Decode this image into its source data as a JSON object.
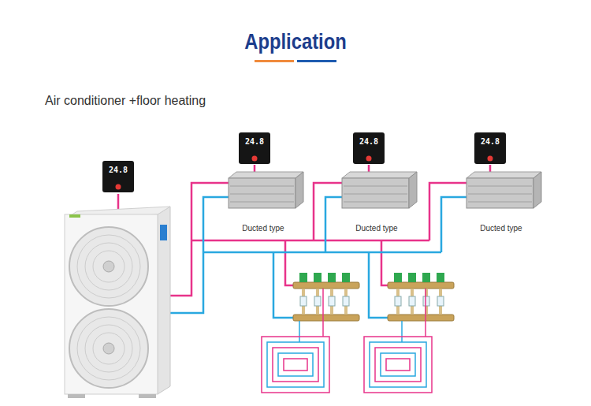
{
  "diagram": {
    "title": "Application",
    "nodes": [
      {
        "text": [
          "Ducted type"
        ]
      },
      {
        "text": [
          "Ducted type"
        ]
      },
      {
        "text": [
          "Ducted type"
        ]
      }
    ],
    "labels": [
      "Air conditioner +floor heating",
      "24.8",
      "24.8",
      "24.8",
      "24.8"
    ]
  }
}
